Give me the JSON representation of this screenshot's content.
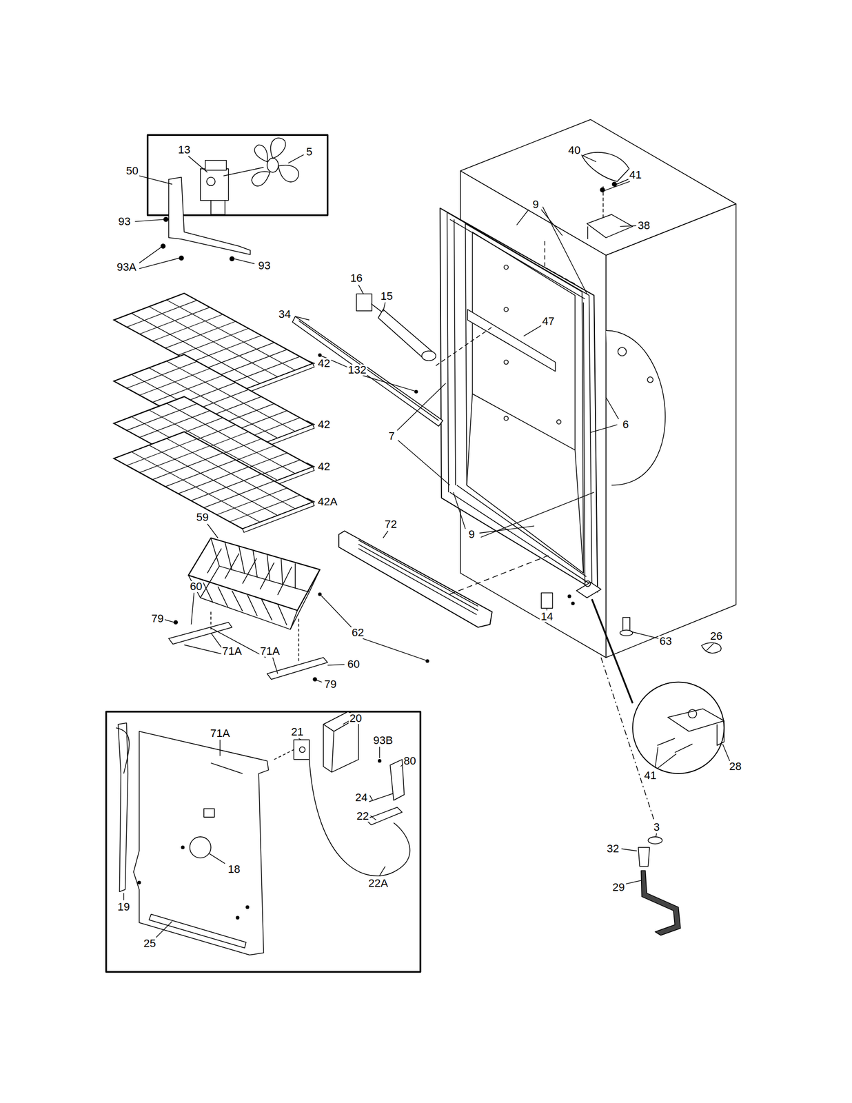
{
  "diagram": {
    "labels": [
      "13",
      "5",
      "50",
      "93",
      "93A",
      "93",
      "40",
      "41",
      "9",
      "38",
      "16",
      "15",
      "34",
      "47",
      "42",
      "132",
      "42",
      "7",
      "6",
      "42",
      "42A",
      "59",
      "72",
      "9",
      "60",
      "14",
      "79",
      "62",
      "63",
      "26",
      "71A",
      "71A",
      "60",
      "79",
      "71A",
      "21",
      "20",
      "93B",
      "80",
      "24",
      "22",
      "18",
      "19",
      "22A",
      "25",
      "41",
      "28",
      "3",
      "32",
      "29"
    ]
  }
}
